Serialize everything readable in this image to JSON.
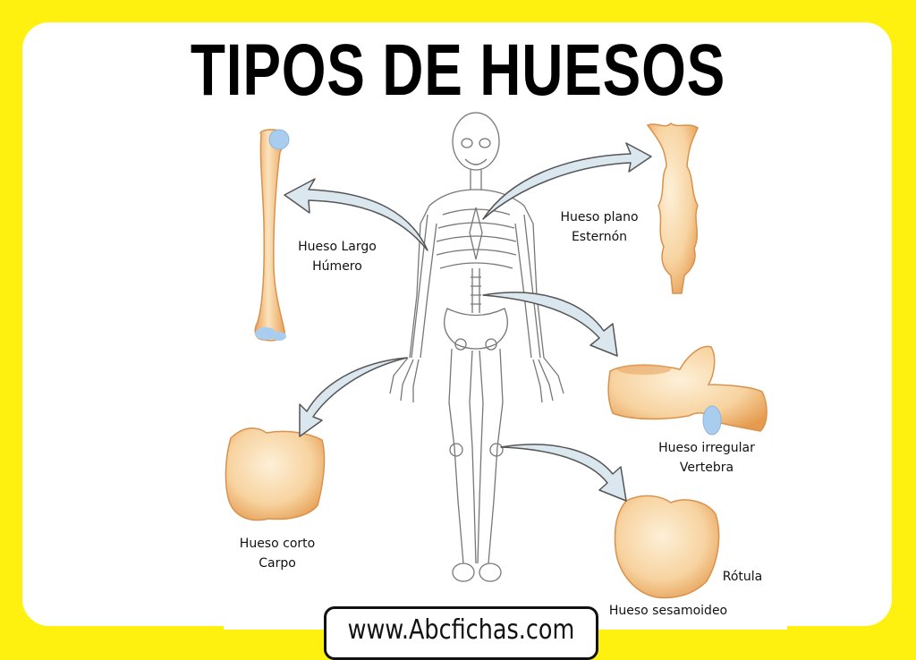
{
  "title": "TIPOS DE HUESOS",
  "colors": {
    "background": "#fff10f",
    "card": "#ffffff",
    "bone_fill": "#f6c98a",
    "bone_shade": "#e9a35a",
    "cartilage": "#a9cdee",
    "arrow_fill": "#dbe7ef",
    "outline": "#555555"
  },
  "bones": [
    {
      "id": "largo",
      "type": "Hueso Largo",
      "example": "Húmero"
    },
    {
      "id": "plano",
      "type": "Hueso plano",
      "example": "Esternón"
    },
    {
      "id": "irregular",
      "type": "Hueso irregular",
      "example": "Vertebra"
    },
    {
      "id": "corto",
      "type": "Hueso corto",
      "example": "Carpo"
    },
    {
      "id": "sesamoideo",
      "type": "Hueso sesamoideo",
      "example": "Rótula"
    }
  ],
  "footer": {
    "website": "www.Abcfichas.com"
  }
}
